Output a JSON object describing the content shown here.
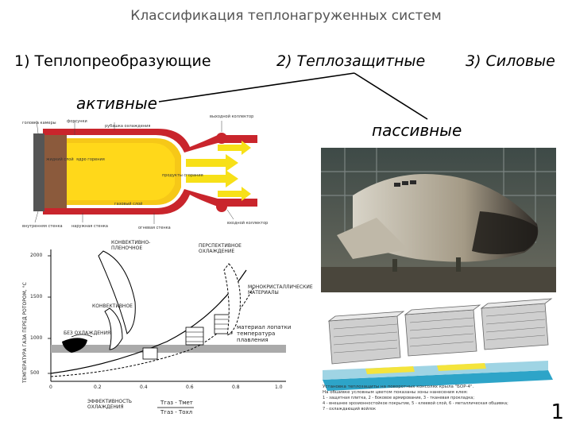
{
  "header": {
    "title": "Классификация теплонагруженных систем"
  },
  "categories": {
    "c1": "1) Теплопреобразующие",
    "c2": "2) Теплозащитные",
    "c3": "3) Силовые"
  },
  "labels": {
    "active": "активные",
    "passive": "пассивные"
  },
  "engine": {
    "l1": "головка камеры",
    "l2": "форсунки",
    "l3": "рубашка охлаждения",
    "l4": "выходной коллектор",
    "l5": "жидкий слой",
    "l6": "ядро горения",
    "l7": "газовый слой",
    "l8": "продукты сгорания",
    "l9": "входной коллектор",
    "l10": "внутренняя стенка",
    "l11": "наружная стенка",
    "l12": "огневая стенка"
  },
  "graph": {
    "ylabel": "ТЕМПЕРАТУРА ГАЗА ПЕРЕД РОТОРОМ, °С",
    "yticks": [
      "2000",
      "1500",
      "1000",
      "500"
    ],
    "xticks": [
      "0",
      "0.2",
      "0.4",
      "0.6",
      "0.8",
      "1.0"
    ],
    "a1": "КОНВЕКТИВНО-ПЛЕНОЧНОЕ",
    "a2": "ПЕРСПЕКТИВНОЕ ОХЛАЖДЕНИЕ",
    "a3": "МОНОКРИСТАЛЛИЧЕСКИЕ МАТЕРИАЛЫ",
    "a4": "КОНВЕКТИВНОЕ",
    "a5": "БЕЗ ОХЛАЖДЕНИЯ",
    "a6": "материал лопатки температура плавления",
    "xlabel": "ЭФФЕКТИВНОСТЬ ОХЛАЖДЕНИЯ",
    "formula_top": "Tгаз - Tмет",
    "formula_bottom": "Tгаз - Tохл"
  },
  "tiles": {
    "caption1": "Установка теплозащиты на поворотных консолях крыла \"БОР-4\".",
    "caption2": "На обшивке условным цветом показаны зоны нанесения клея:",
    "caption3": "1 - защитная плитка, 2 - боковое армирование, 3 - тканевая прокладка;",
    "caption4": "4 - внешнее эрозионностойкое покрытие, 5 - клеевой слой, 6 - металлическая обшивка;",
    "caption5": "7 - охлаждающий войлок"
  },
  "page": {
    "number": "1"
  }
}
